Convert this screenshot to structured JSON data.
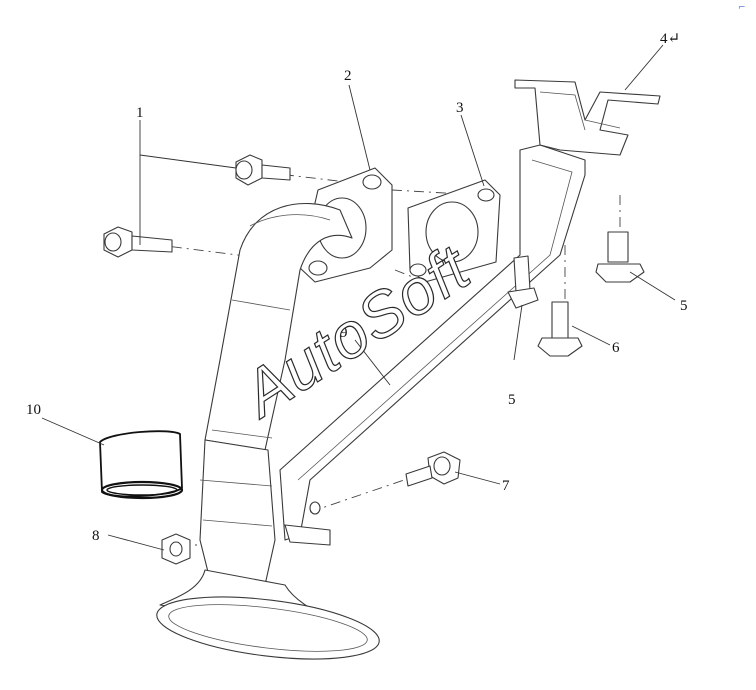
{
  "watermark": "AutoSoft",
  "corner_mark": "⌐",
  "callouts": [
    {
      "id": "1",
      "label": "1"
    },
    {
      "id": "2",
      "label": "2"
    },
    {
      "id": "3",
      "label": "3"
    },
    {
      "id": "4",
      "label": "4↵"
    },
    {
      "id": "5a",
      "label": "5"
    },
    {
      "id": "5b",
      "label": "5"
    },
    {
      "id": "6",
      "label": "6"
    },
    {
      "id": "7",
      "label": "7"
    },
    {
      "id": "8",
      "label": "8"
    },
    {
      "id": "9",
      "label": "9"
    },
    {
      "id": "10",
      "label": "10"
    }
  ]
}
